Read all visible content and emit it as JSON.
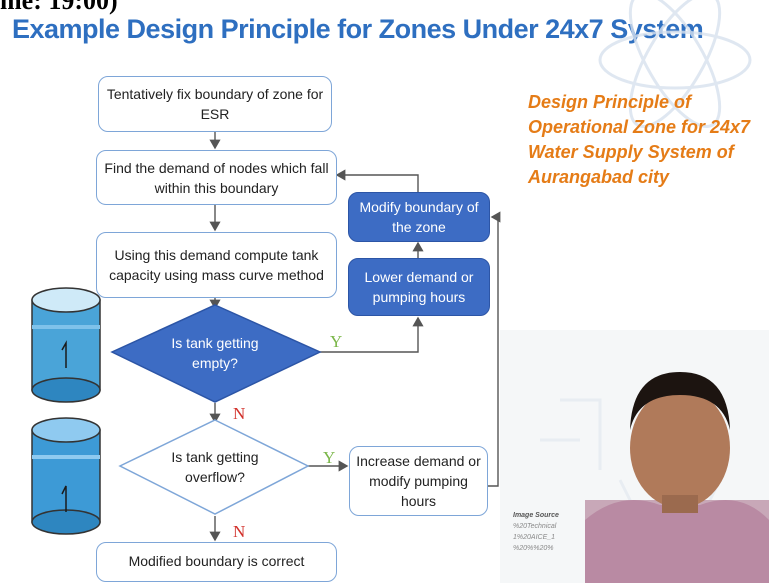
{
  "overlay": {
    "time_fragment": "me: 19:00)"
  },
  "slide": {
    "title": "Example Design Principle for Zones Under 24x7 System"
  },
  "flowchart": {
    "step_fix_boundary": [
      "Tentatively fix boundary of zone for",
      "ESR"
    ],
    "step_find_demand": [
      "Find the demand of nodes which fall",
      "within this  boundary"
    ],
    "step_compute_capacity": [
      "Using this demand compute tank",
      "capacity using mass curve method"
    ],
    "decision_empty": [
      "Is tank getting",
      "empty?"
    ],
    "decision_overflow": [
      "Is tank getting",
      "overflow?"
    ],
    "step_modify_boundary": [
      "Modify  boundary of",
      "the zone"
    ],
    "step_lower_demand": [
      "Lower demand or",
      "pumping hours"
    ],
    "step_increase_demand": [
      "Increase demand or",
      "modify pumping",
      "hours"
    ],
    "step_correct": "Modified boundary is correct",
    "yes_label": "Y",
    "no_label": "N"
  },
  "side_heading": [
    "Design Principle of",
    "Operational Zone for 24x7",
    "Water Supply System of",
    "Aurangabad city"
  ],
  "image_source": [
    "Image Source",
    "%20Technical",
    "1%20AICE_1",
    "%20%%20%"
  ],
  "colors": {
    "title_blue": "#2e6fc0",
    "box_border": "#7ea6d8",
    "filled_blue": "#3d6cc4",
    "side_orange": "#e57c17",
    "yes_green": "#7ab648",
    "no_red": "#d2312b"
  }
}
